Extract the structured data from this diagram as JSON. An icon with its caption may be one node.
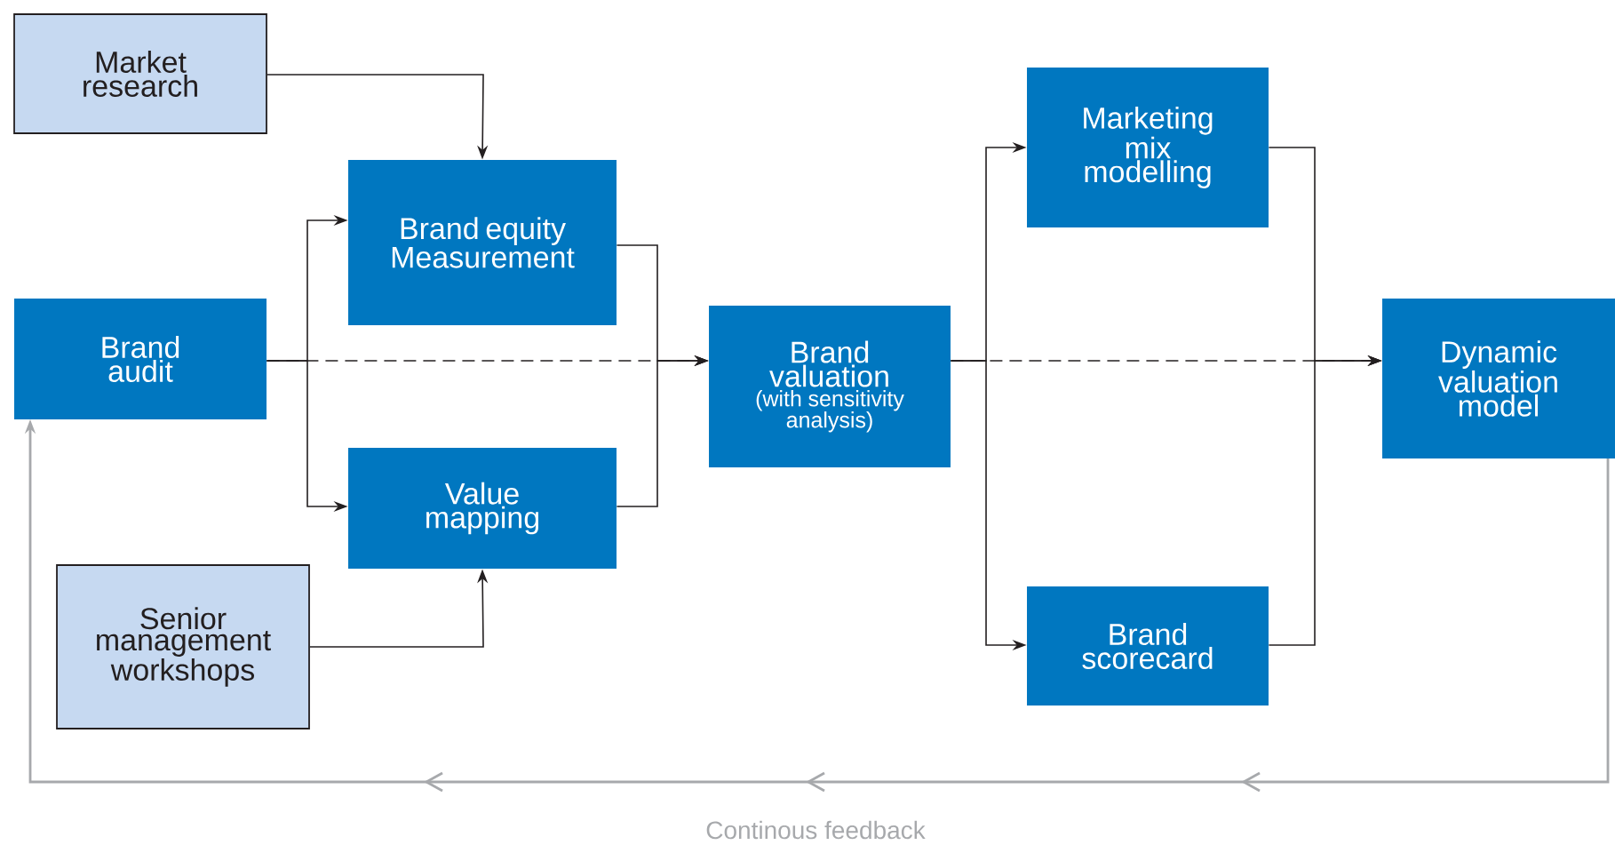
{
  "diagram": {
    "nodes": [
      {
        "text": [
          "Market research"
        ]
      },
      {
        "text": [
          "Brand equity Measurement"
        ]
      },
      {
        "text": [
          "Brand audit"
        ]
      },
      {
        "text": [
          "Brand valuation",
          "(with sensitivity analysis)"
        ]
      },
      {
        "text": [
          "Marketing mix modelling"
        ]
      },
      {
        "text": [
          "Dynamic valuation model"
        ]
      },
      {
        "text": [
          "Value mapping"
        ]
      },
      {
        "text": [
          "Senior management workshops"
        ]
      },
      {
        "text": [
          "Brand scorecard"
        ]
      }
    ],
    "edges": [
      {
        "from": 0,
        "to": 1,
        "arrow": "to"
      },
      {
        "from": 2,
        "to": 1,
        "arrow": "to"
      },
      {
        "from": 2,
        "to": 6,
        "arrow": "to"
      },
      {
        "from": 7,
        "to": 6,
        "arrow": "to"
      },
      {
        "from": 1,
        "to": 3,
        "arrow": "to"
      },
      {
        "from": 6,
        "to": 3,
        "arrow": "to"
      },
      {
        "from": 2,
        "to": 3,
        "arrow": "to",
        "style": "dashed"
      },
      {
        "from": 3,
        "to": 4,
        "arrow": "to"
      },
      {
        "from": 3,
        "to": 8,
        "arrow": "to"
      },
      {
        "from": 4,
        "to": 5,
        "arrow": "to"
      },
      {
        "from": 8,
        "to": 5,
        "arrow": "to"
      },
      {
        "from": 3,
        "to": 5,
        "arrow": "to",
        "style": "dashed"
      },
      {
        "from": 5,
        "to": 2,
        "arrow": "to",
        "color": "#a7a9ac",
        "label": "Continous feedback"
      }
    ]
  }
}
